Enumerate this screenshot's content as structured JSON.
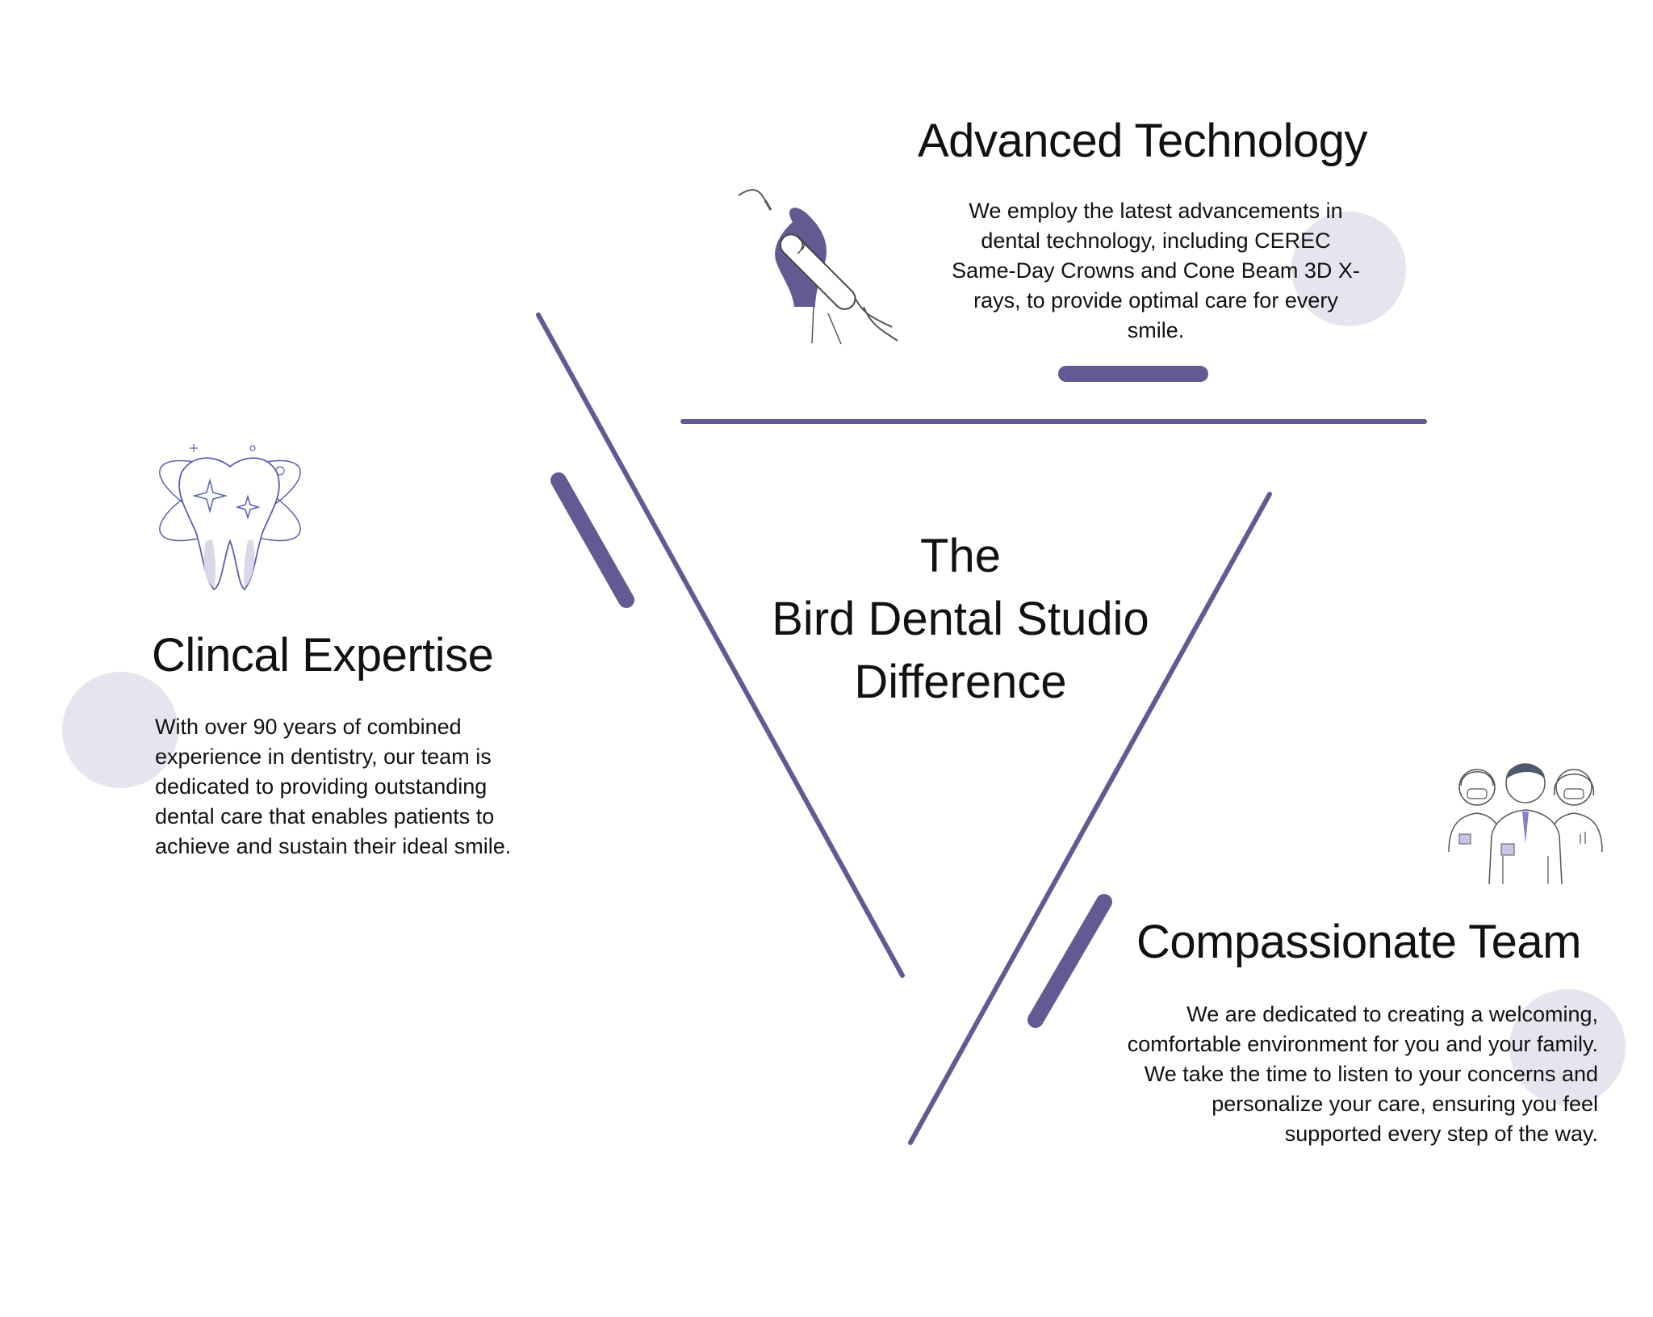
{
  "center": {
    "line1": "The",
    "line2": "Bird Dental Studio",
    "line3": "Difference"
  },
  "advanced": {
    "title": "Advanced Technology",
    "body": "We employ the latest advancements in dental technology, including CEREC Same-Day Crowns and Cone Beam 3D X-rays, to provide optimal care for every smile."
  },
  "clinical": {
    "title": "Clincal Expertise",
    "body": "With over 90 years of combined experience in dentistry, our team is dedicated to providing outstanding dental care that enables patients to achieve and sustain their ideal smile."
  },
  "compassionate": {
    "title": "Compassionate Team",
    "body": "We are dedicated to creating a welcoming, comfortable environment for you and your family. We take the time to listen to your concerns and personalize your care, ensuring you feel supported every step of the way."
  },
  "colors": {
    "accent": "#625a92",
    "circle": "#e6e4ee",
    "icon_line": "#5a5fae"
  }
}
